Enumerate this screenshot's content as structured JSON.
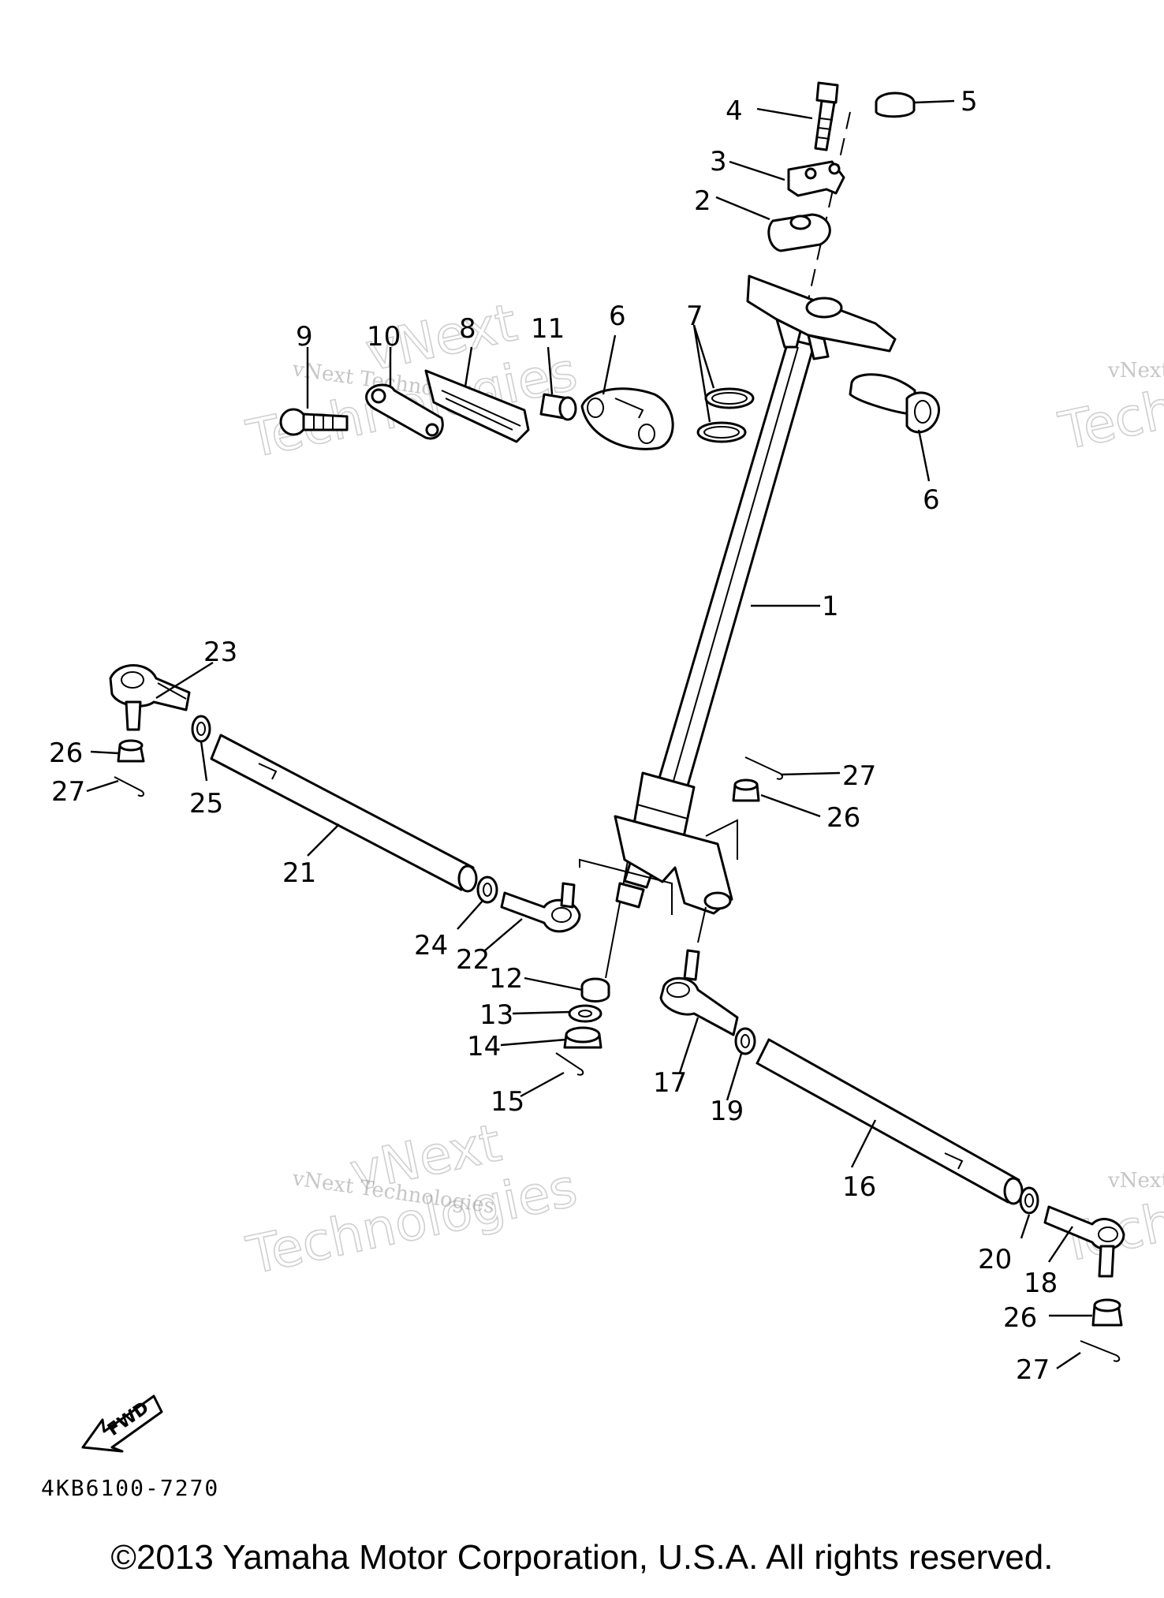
{
  "diagram": {
    "part_code": "4KB6100-7270",
    "copyright": "©2013 Yamaha Motor Corporation, U.S.A. All rights reserved.",
    "fwd_label": "FWD",
    "watermark": {
      "line1": "vNext Technologies",
      "line2": "vNext",
      "line3": "Technologies"
    },
    "callouts": {
      "c1": "1",
      "c2": "2",
      "c3": "3",
      "c4": "4",
      "c5": "5",
      "c6a": "6",
      "c6b": "6",
      "c7": "7",
      "c8": "8",
      "c9": "9",
      "c10": "10",
      "c11": "11",
      "c12": "12",
      "c13": "13",
      "c14": "14",
      "c15": "15",
      "c16": "16",
      "c17": "17",
      "c18": "18",
      "c19": "19",
      "c20": "20",
      "c21": "21",
      "c22": "22",
      "c23": "23",
      "c24": "24",
      "c25": "25",
      "c26a": "26",
      "c26b": "26",
      "c26c": "26",
      "c27a": "27",
      "c27b": "27",
      "c27c": "27"
    }
  }
}
